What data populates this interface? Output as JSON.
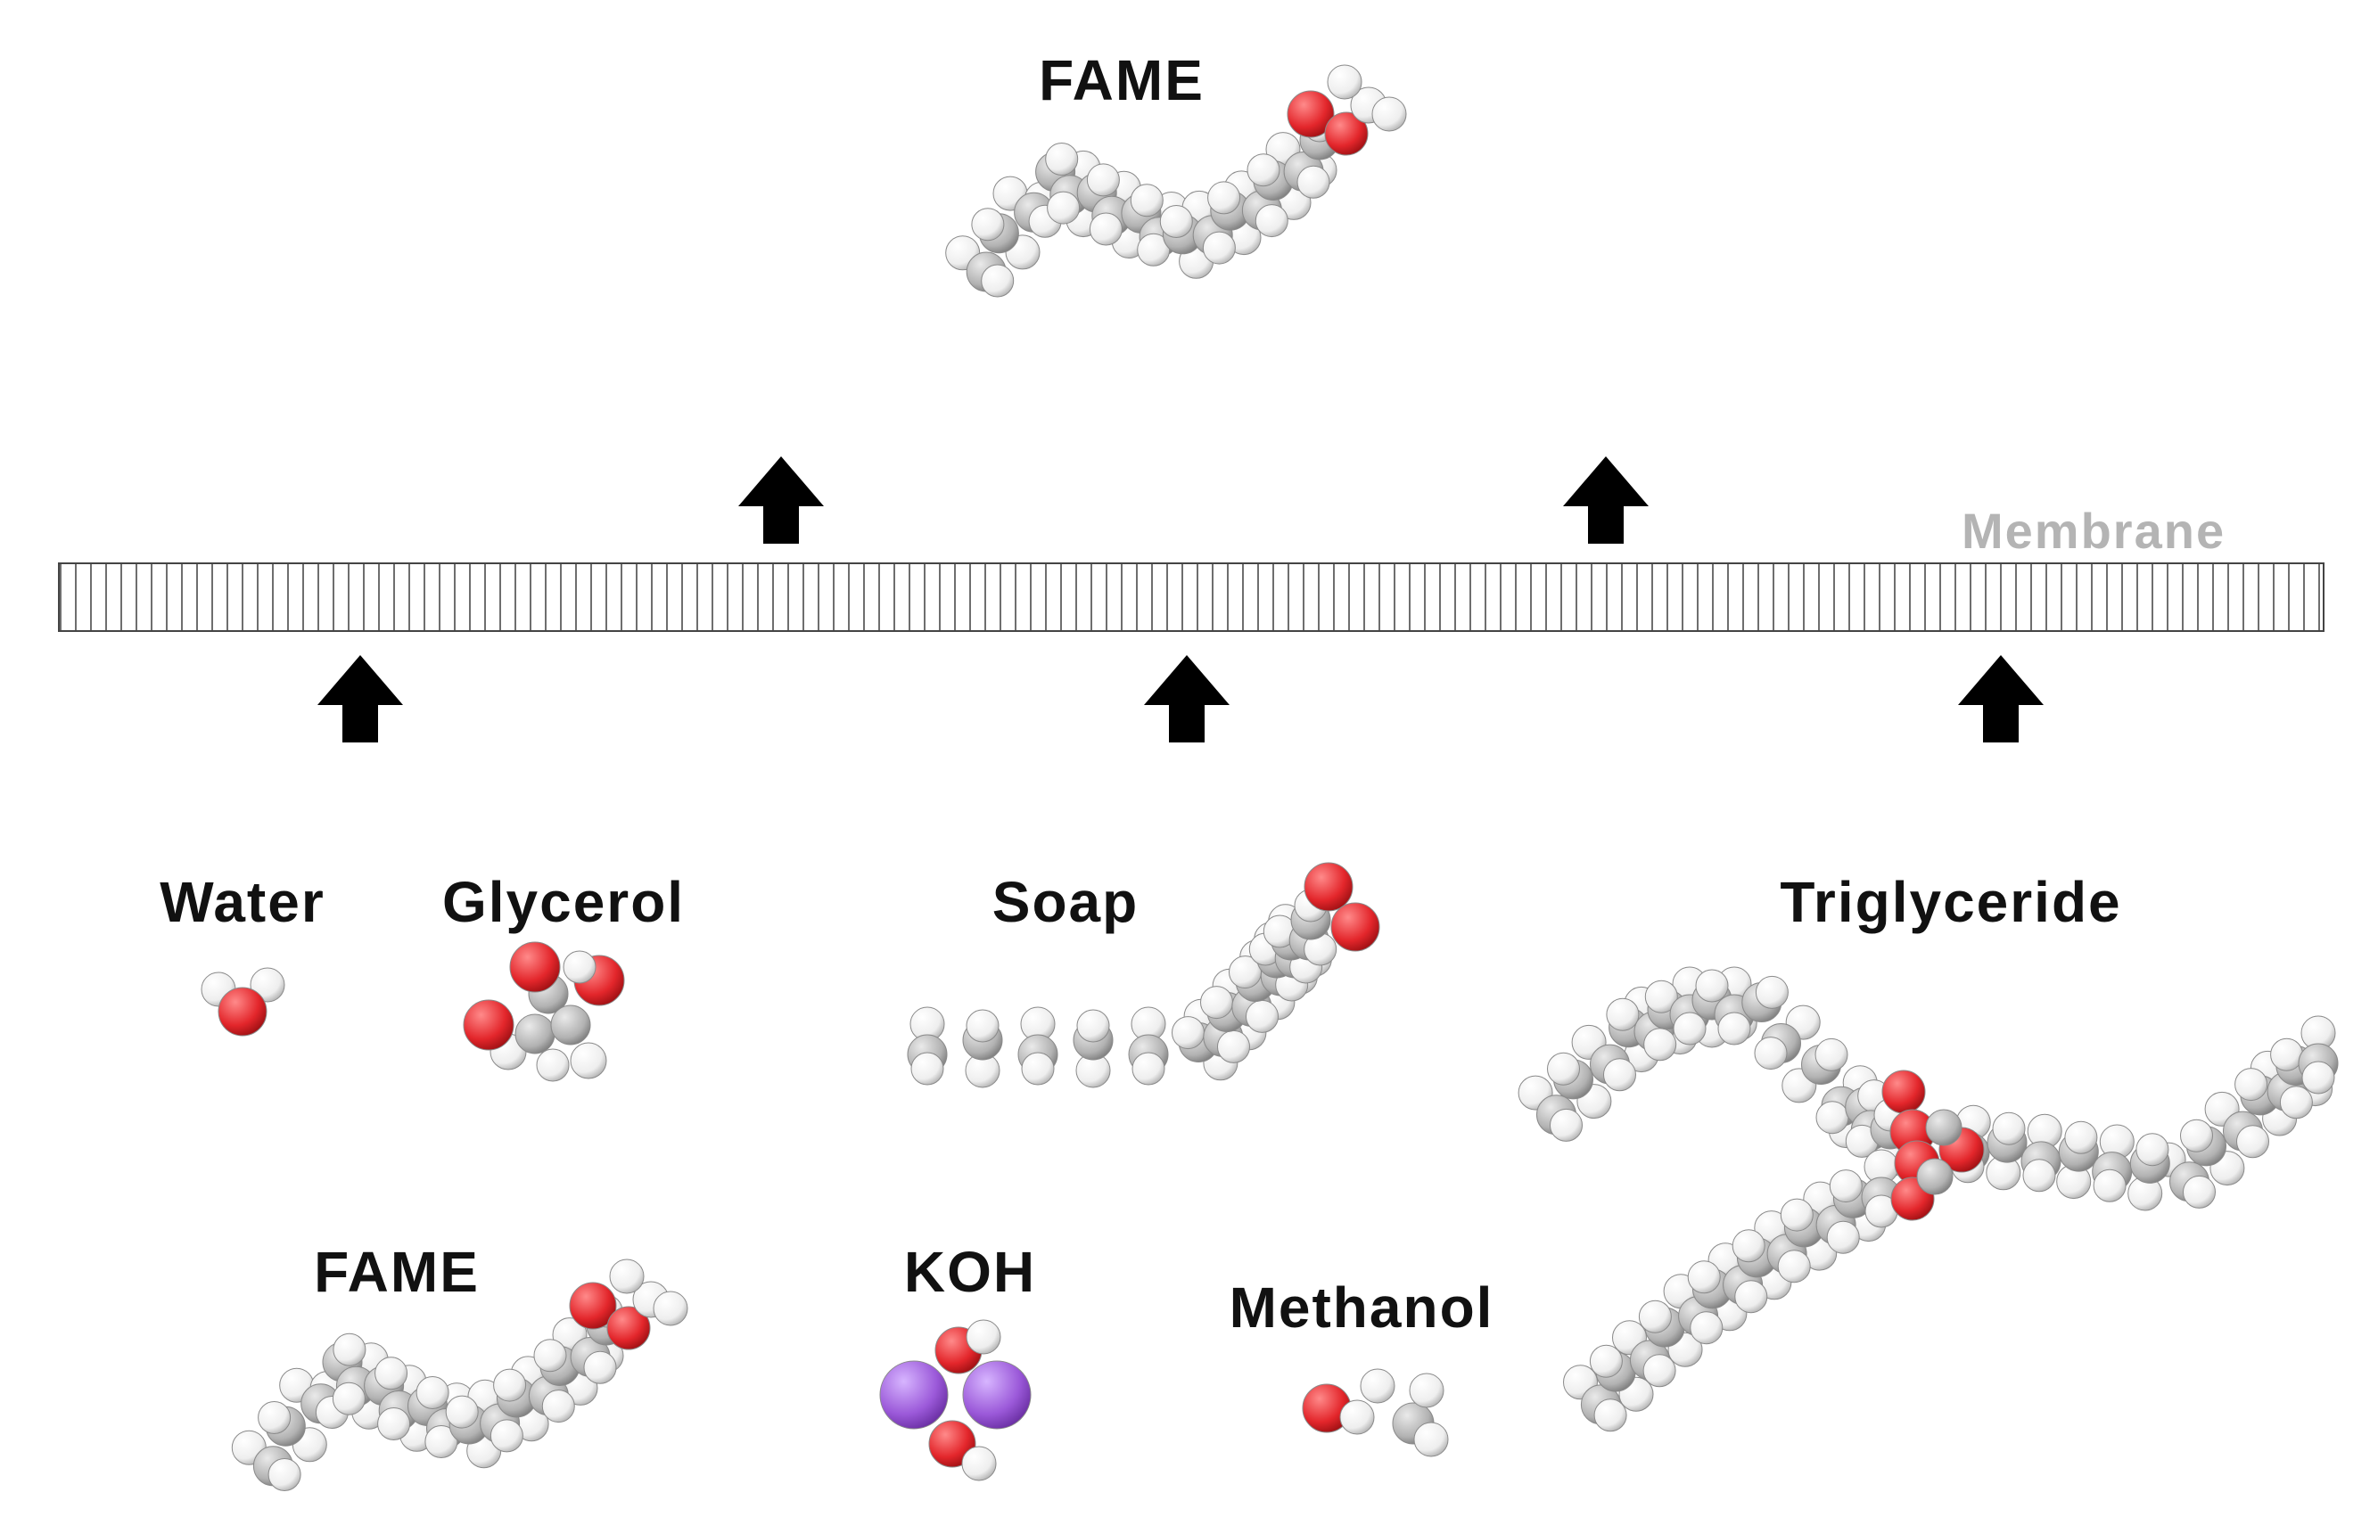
{
  "labels": {
    "fame_top": "FAME",
    "membrane": "Membrane",
    "water": "Water",
    "glycerol": "Glycerol",
    "soap": "Soap",
    "triglyceride": "Triglyceride",
    "fame_bottom": "FAME",
    "koh": "KOH",
    "methanol": "Methanol"
  },
  "colors": {
    "hydrogen": "#f4f4f4",
    "carbon": "#b9b9b9",
    "oxygen": "#e3262b",
    "potassium": "#9b59d9",
    "arrow": "#000000",
    "membrane_label": "#b4b4b4"
  }
}
